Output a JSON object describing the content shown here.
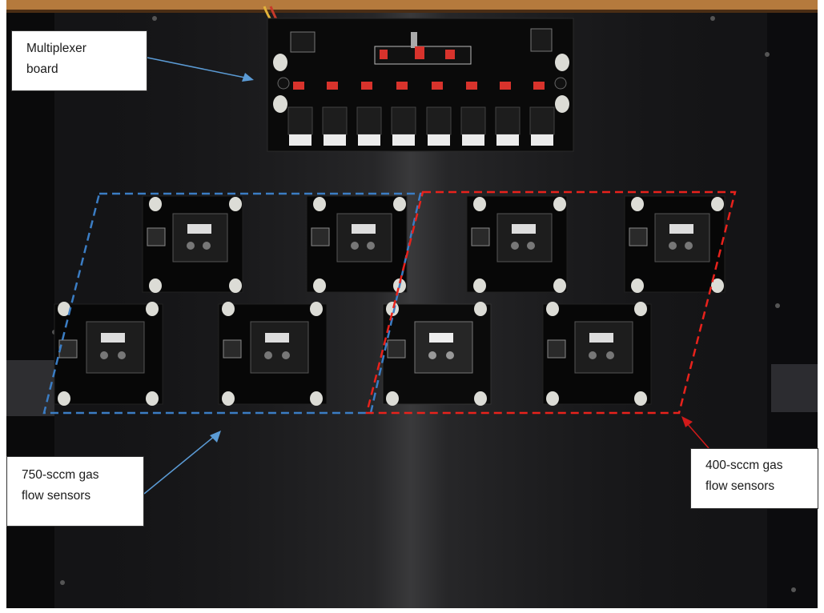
{
  "image": {
    "description_colors": {
      "panel": "#121214",
      "board_bg": "#0a0a0a",
      "connector_red": "#d8332c",
      "standoff": "#dcdcd6",
      "wood": "#b57a3d",
      "blue_box": "#3b7dc4",
      "red_box": "#e8221c",
      "arrow_blue": "#5b9bd5",
      "arrow_red": "#d11a1a"
    }
  },
  "annotations": {
    "multiplexer": {
      "line1": "Multiplexer",
      "line2": "board"
    },
    "sensors_750": {
      "line1": "750-sccm gas",
      "line2": "flow sensors"
    },
    "sensors_400": {
      "line1": "400-sccm gas",
      "line2": "flow sensors"
    }
  }
}
